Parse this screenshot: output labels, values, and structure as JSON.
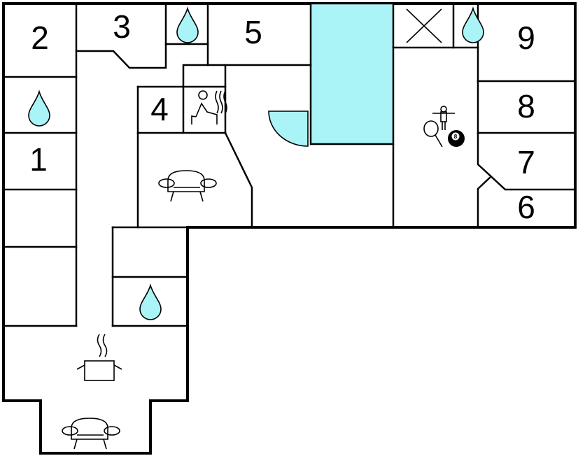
{
  "rooms": [
    {
      "id": "2",
      "label": "2"
    },
    {
      "id": "3",
      "label": "3"
    },
    {
      "id": "5",
      "label": "5"
    },
    {
      "id": "9",
      "label": "9"
    },
    {
      "id": "4",
      "label": "4"
    },
    {
      "id": "8",
      "label": "8"
    },
    {
      "id": "1",
      "label": "1"
    },
    {
      "id": "7",
      "label": "7"
    },
    {
      "id": "6",
      "label": "6"
    }
  ],
  "icons": [
    "water-drop-icon",
    "sauna-icon",
    "sofa-icon",
    "pool-icon",
    "door-swing-icon",
    "cross-icon",
    "table-tennis-icon",
    "billiard-ball-icon",
    "foosball-player-icon",
    "cooking-pot-icon"
  ],
  "colors": {
    "water": "#aaf4f8",
    "wall": "#000000",
    "background": "#ffffff"
  },
  "billiard_ball": {
    "label": "8"
  }
}
